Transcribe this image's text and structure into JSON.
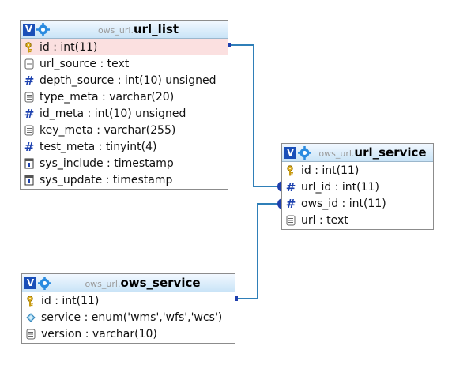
{
  "tables": {
    "url_list": {
      "db_prefix": "ows_url.",
      "name": "url_list",
      "badge": "V",
      "columns": [
        {
          "text": "id : int(11)",
          "icon": "primary-key-icon"
        },
        {
          "text": "url_source : text",
          "icon": "text-field-icon"
        },
        {
          "text": "depth_source : int(10) unsigned",
          "icon": "numeric-field-icon"
        },
        {
          "text": "type_meta : varchar(20)",
          "icon": "text-field-icon"
        },
        {
          "text": "id_meta : int(10) unsigned",
          "icon": "numeric-field-icon"
        },
        {
          "text": "key_meta : varchar(255)",
          "icon": "text-field-icon"
        },
        {
          "text": "test_meta : tinyint(4)",
          "icon": "numeric-field-icon"
        },
        {
          "text": "sys_include : timestamp",
          "icon": "timestamp-field-icon"
        },
        {
          "text": "sys_update : timestamp",
          "icon": "timestamp-field-icon"
        }
      ]
    },
    "url_service": {
      "db_prefix": "ows_url.",
      "name": "url_service",
      "badge": "V",
      "columns": [
        {
          "text": "id : int(11)",
          "icon": "primary-key-icon"
        },
        {
          "text": "url_id : int(11)",
          "icon": "numeric-field-icon"
        },
        {
          "text": "ows_id : int(11)",
          "icon": "numeric-field-icon"
        },
        {
          "text": "url : text",
          "icon": "text-field-icon"
        }
      ]
    },
    "ows_service": {
      "db_prefix": "ows_url.",
      "name": "ows_service",
      "badge": "V",
      "columns": [
        {
          "text": "id : int(11)",
          "icon": "primary-key-icon"
        },
        {
          "text": "service : enum('wms','wfs','wcs')",
          "icon": "enum-field-icon"
        },
        {
          "text": "version : varchar(10)",
          "icon": "text-field-icon"
        }
      ]
    }
  },
  "colors": {
    "link": "#2f7fb8",
    "link_dot": "#1f3fae",
    "header_top": "#f2f8ff",
    "header_bottom": "#c9e4f7",
    "pk_highlight": "#fbe0e0"
  }
}
